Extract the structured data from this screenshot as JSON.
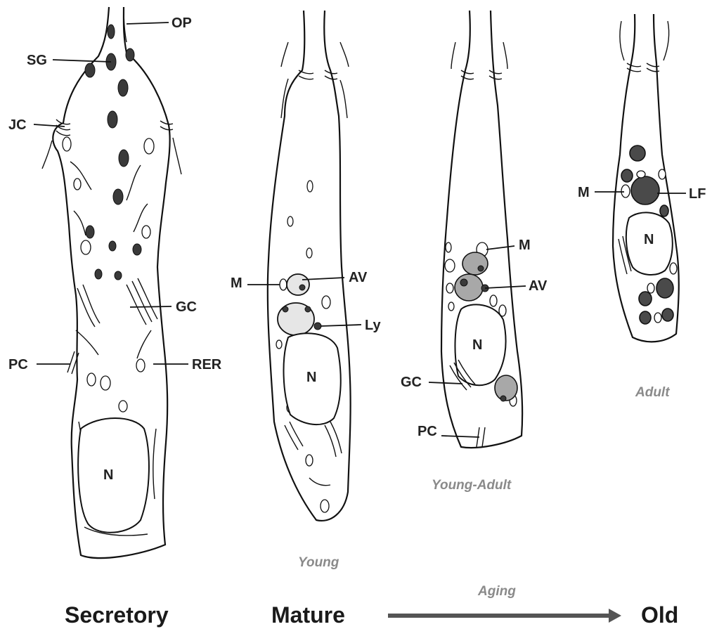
{
  "cells": {
    "secretory": {
      "labels": {
        "op": "OP",
        "sg": "SG",
        "jc": "JC",
        "gc": "GC",
        "pc": "PC",
        "rer": "RER",
        "n": "N"
      }
    },
    "young": {
      "caption": "Young",
      "labels": {
        "m": "M",
        "av": "AV",
        "ly": "Ly",
        "n": "N"
      }
    },
    "young_adult": {
      "caption": "Young-Adult",
      "labels": {
        "m": "M",
        "av": "AV",
        "n": "N",
        "gc": "GC",
        "pc": "PC"
      }
    },
    "adult": {
      "caption": "Adult",
      "labels": {
        "m": "M",
        "lf": "LF",
        "n": "N"
      }
    }
  },
  "bottom": {
    "secretory": "Secretory",
    "mature": "Mature",
    "aging": "Aging",
    "old": "Old"
  },
  "colors": {
    "caption_grey": "#8a8a8a",
    "vacuole_grey": "#a8a8a8",
    "granule_dark": "#3a3a3a"
  }
}
